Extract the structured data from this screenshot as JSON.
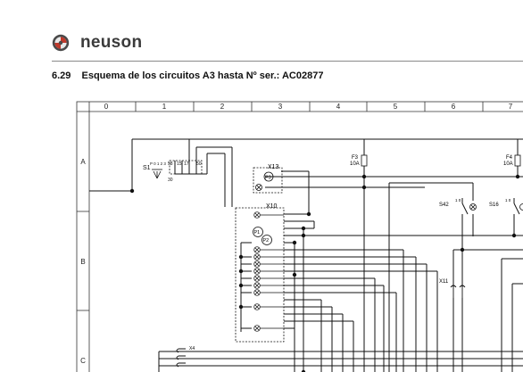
{
  "brand": {
    "name": "neuson"
  },
  "section": {
    "number": "6.29",
    "title": "Esquema de los circuitos A3 hasta Nº ser.: AC02877"
  },
  "grid": {
    "columns": [
      "0",
      "1",
      "2",
      "3",
      "4",
      "5",
      "6",
      "7"
    ],
    "rows": [
      "A",
      "B",
      "C"
    ]
  },
  "labels": {
    "s1": "S1",
    "s1_terminals": "P 0 1 2 3",
    "s1_t58": "58",
    "s1_t15": "15",
    "s1_t17": "17",
    "s1_t50": "50",
    "s1_t30": "30",
    "x13": "X13",
    "x10": "X10",
    "p3": "P3",
    "p1": "P1",
    "p2": "P2",
    "f3": "F3",
    "f3_rating": "10A",
    "f4": "F4",
    "f4_rating": "10A",
    "s42": "S42",
    "s16": "S16",
    "x11": "X11",
    "x4": "X4",
    "s42_pos": "1 0",
    "s16_pos": "1 0"
  }
}
